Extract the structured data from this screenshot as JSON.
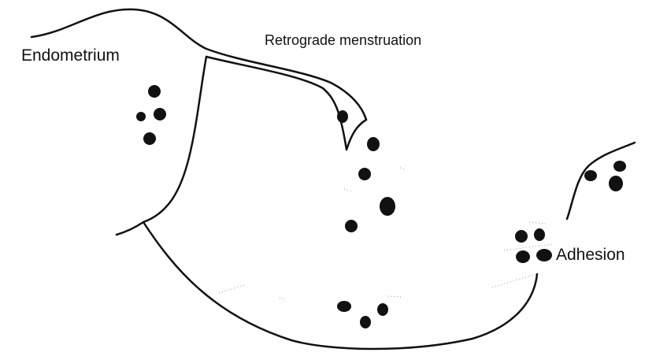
{
  "labels": {
    "endometrium": "Endometrium",
    "retrograde": "Retrograde menstruation",
    "adhesion": "Adhesion"
  },
  "colors": {
    "ink": "#111111",
    "background": "#ffffff"
  }
}
